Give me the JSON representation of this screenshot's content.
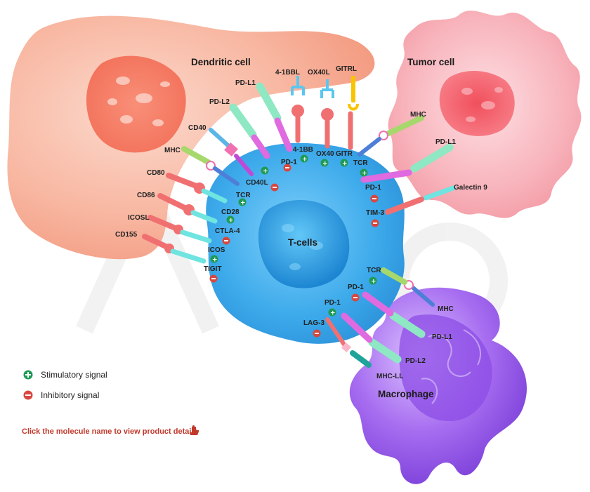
{
  "cells": {
    "dendritic": "Dendritic cell",
    "tumor": "Tumor cell",
    "tcell": "T-cells",
    "macrophage": "Macrophage"
  },
  "molecules": {
    "dc_41bbl": "4-1BBL",
    "dc_ox40l": "OX40L",
    "dc_gitrl": "GITRL",
    "dc_pdl1": "PD-L1",
    "dc_pdl2": "PD-L2",
    "dc_cd40": "CD40",
    "dc_mhc": "MHC",
    "dc_cd80": "CD80",
    "dc_cd86": "CD86",
    "dc_icosl": "ICOSL",
    "dc_cd155": "CD155",
    "t_41bb": "4-1BB",
    "t_ox40": "OX40",
    "t_gitr": "GITR",
    "t_pd1_top": "PD-1",
    "t_cd40l": "CD40L",
    "t_tcr_dc": "TCR",
    "t_cd28": "CD28",
    "t_ctla4": "CTLA-4",
    "t_icos": "ICOS",
    "t_tigit": "TIGIT",
    "t_tcr_tumor": "TCR",
    "t_pd1_tumor": "PD-1",
    "t_tim3": "TIM-3",
    "tu_mhc": "MHC",
    "tu_pdl1": "PD-L1",
    "tu_galectin9": "Galectin 9",
    "t_tcr_mac": "TCR",
    "t_pd1_mac1": "PD-1",
    "t_pd1_mac2": "PD-1",
    "t_lag3": "LAG-3",
    "m_mhc": "MHC",
    "m_pdl1": "PD-L1",
    "m_pdl2": "PD-L2",
    "m_mhcll": "MHC-LL"
  },
  "legend": {
    "stimulatory": "Stimulatory signal",
    "inhibitory": "Inhibitory signal"
  },
  "cta": "Click the molecule name to view product details",
  "colors": {
    "stimulatory": "#1f9a55",
    "inhibitory": "#d8473f",
    "dendritic": "#f7a892",
    "tumor": "#f7a2ac",
    "tcell": "#3aaee8",
    "macrophage": "#a866ee",
    "cta": "#c0392b"
  }
}
